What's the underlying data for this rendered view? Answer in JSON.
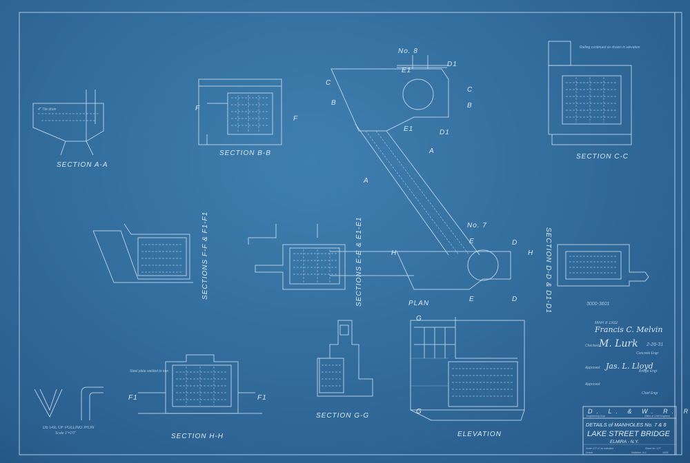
{
  "drawing": {
    "views": {
      "section_aa": "SECTION A-A",
      "section_bb": "SECTION B-B",
      "section_cc": "SECTION C-C",
      "manhole_8": "No. 8",
      "manhole_7": "No. 7",
      "sections_ff": "SECTIONS F-F & F1-F1",
      "sections_ee": "SECTIONS E-E & E1-E1",
      "plan": "PLAN",
      "sections_dd": "SECTION D-D & D1-D1",
      "section_hh": "SECTION H-H",
      "section_gg": "SECTION G-G",
      "elevation": "ELEVATION",
      "pulling_iron": "DETAIL OF PULLING IRON",
      "pulling_iron_scale": "Scale 1\"=1'0\""
    },
    "cut_marks": {
      "a": "A",
      "b": "B",
      "c": "C",
      "d": "D",
      "d1": "D1",
      "e": "E",
      "e1": "E1",
      "f": "F",
      "f1": "F1",
      "g": "G",
      "h": "H"
    },
    "revision_block": {
      "line1": "3000-3601",
      "stamp_date": "MAR 8 1932",
      "checked_label": "Checked",
      "date_1": "2-26-31",
      "role_1": "Concrete Engr",
      "approved_label": "Approved",
      "role_2": "Bridge Engr",
      "role_3": "Chief Engr"
    },
    "title_block": {
      "railroad": "D. L. & W. R. R.",
      "dept_left": "Engineering Dept.",
      "dept_right": "Office of Chief Engineer",
      "title": "DETAILS of MANHOLES No. 7 & 8",
      "project": "LAKE STREET BRIDGE",
      "location": "ELMIRA - N.Y.",
      "scale": "Scale 1/2\"=1' as indicated",
      "drawn": "Drawn",
      "sheet": "Sheet No. 127",
      "address": "Hoboken, N.J.",
      "year": "1931"
    }
  }
}
